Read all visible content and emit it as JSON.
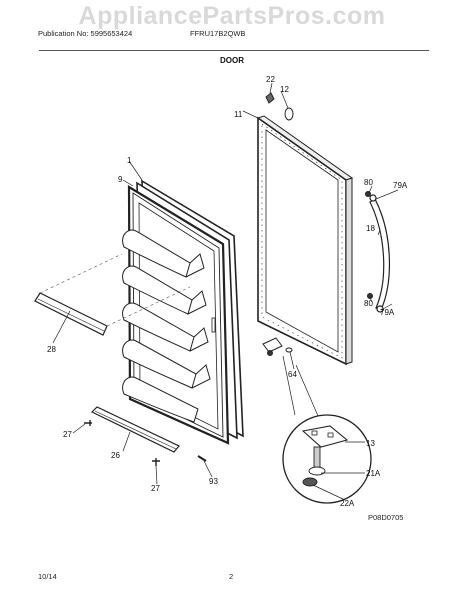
{
  "watermark": "AppliancePartsPros.com",
  "header": {
    "publication": "Publication No: 5995653424",
    "model": "FFRU17B2QWB",
    "section_title": "DOOR"
  },
  "footer": {
    "date": "10/14",
    "page_number": "2",
    "drawing_number": "P08D0705"
  },
  "callouts": {
    "door": "1",
    "gasket": "9",
    "inner_panel": "11",
    "hinge_bracket": "12",
    "hinge_pin": "13",
    "handle": "18",
    "screw_21a": "21A",
    "screw_22": "22",
    "washer_22a": "22A",
    "toe_grille": "26",
    "screw_27_left": "27",
    "screw_27_bottom": "27",
    "shelf_rail": "28",
    "spacer": "64",
    "handle_cap_top": "79A",
    "handle_cap_bottom": "79A",
    "handle_screw_top": "80",
    "handle_screw_bottom": "80",
    "screw_93": "93"
  }
}
